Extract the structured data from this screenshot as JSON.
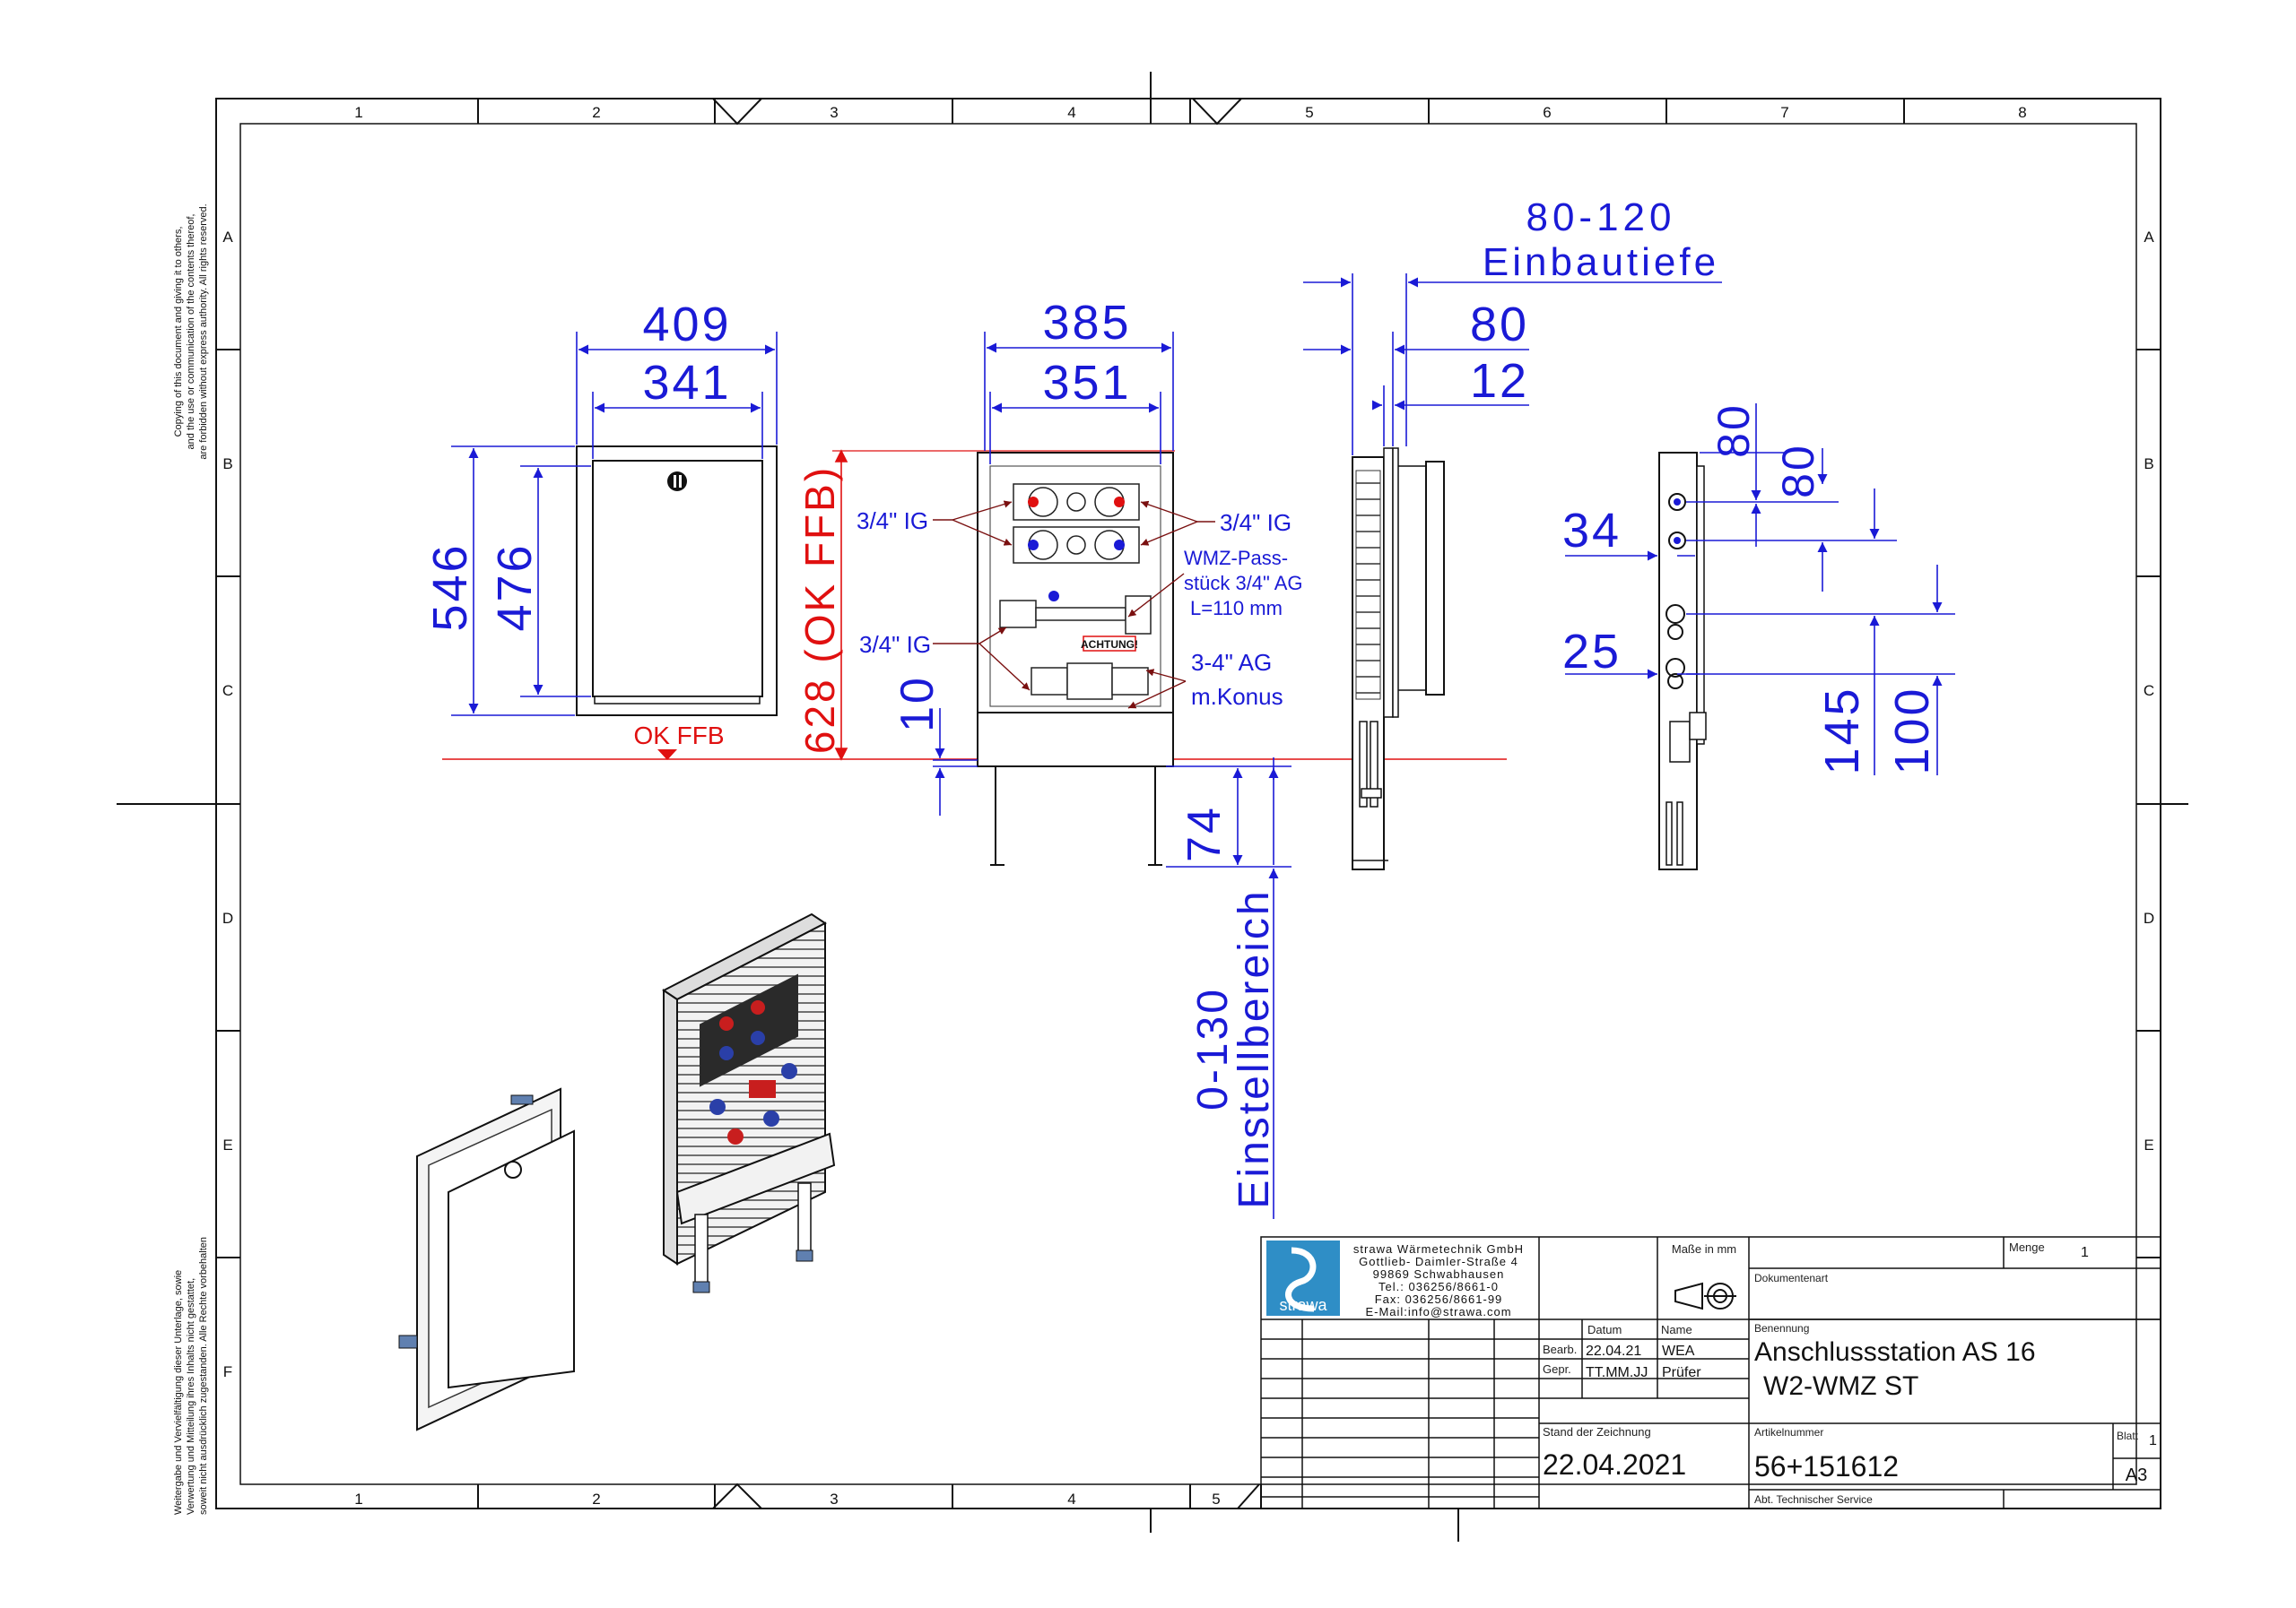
{
  "colors": {
    "dimension": "#1a1ad6",
    "reference": "#e01010",
    "line": "#111111"
  },
  "frame": {
    "columns": [
      "1",
      "2",
      "3",
      "4",
      "5",
      "6",
      "7",
      "8"
    ],
    "rows": [
      "A",
      "B",
      "C",
      "D",
      "E",
      "F"
    ],
    "bottom_columns": [
      "1",
      "2",
      "3",
      "4",
      "5"
    ]
  },
  "margin_notes": {
    "left_top": [
      "Copying of this document and giving it to others,",
      "and the use or communication of the contents thereof,",
      "are forbidden without express authority. All rights reserved."
    ],
    "left_bottom": [
      "Weitergabe und Vervielfältigung dieser Unterlage, sowie",
      "Verwertung und Mitteilung ihres Inhalts nicht gestattet,",
      "soweit nicht ausdrücklich zugestanden. Alle Rechte vorbehalten"
    ]
  },
  "front_view": {
    "width_outer": "409",
    "width_inner": "341",
    "height_outer": "546",
    "height_inner": "476",
    "floor_label": "OK FFB"
  },
  "station_view": {
    "width_outer": "385",
    "width_inner": "351",
    "height_label": "628 (OK FFB)",
    "ig_left_top": "3/4\" IG",
    "ig_right": "3/4\" IG",
    "ig_left_bottom": "3/4\" IG",
    "wmz_note": [
      "WMZ-Pass-",
      "stück 3/4\" AG",
      "L=110 mm"
    ],
    "ag_note": [
      "3-4\" AG",
      "m.Konus"
    ],
    "warning_tag": "ACHTUNG!",
    "dim_10": "10",
    "dim_74": "74",
    "adjust_range": "0-130",
    "adjust_label": "Einstellbereich"
  },
  "side_view": {
    "depth_range": "80-120",
    "depth_label": "Einbautiefe",
    "dim_80": "80",
    "dim_12": "12"
  },
  "section_view": {
    "dim_80_a": "80",
    "dim_80_b": "80",
    "dim_34": "34",
    "dim_25": "25",
    "dim_145": "145",
    "dim_100": "100"
  },
  "title_block": {
    "company": [
      "strawa Wärmetechnik GmbH",
      "Gottlieb- Daimler-Straße 4",
      "99869 Schwabhausen",
      "Tel.: 036256/8661-0",
      "Fax: 036256/8661-99",
      "E-Mail:info@strawa.com"
    ],
    "logo_text": "strawa",
    "units_label": "Maße in mm",
    "quantity_label": "Menge",
    "quantity_value": "1",
    "doc_type_label": "Dokumentenart",
    "date_header": "Datum",
    "name_header": "Name",
    "bearb_label": "Bearb.",
    "bearb_date": "22.04.21",
    "bearb_name": "WEA",
    "gepr_label": "Gepr.",
    "gepr_date": "TT.MM.JJ",
    "gepr_name": "Prüfer",
    "name_label": "Benennung",
    "title_line1": "Anschlussstation AS 16",
    "title_line2": "W2-WMZ ST",
    "stand_label": "Stand der Zeichnung",
    "stand_value": "22.04.2021",
    "article_label": "Artikelnummer",
    "article_value": "56+151612",
    "sheet_label": "Blatt",
    "sheet_value": "1",
    "format_value": "A3",
    "dept": "Abt. Technischer Service"
  }
}
